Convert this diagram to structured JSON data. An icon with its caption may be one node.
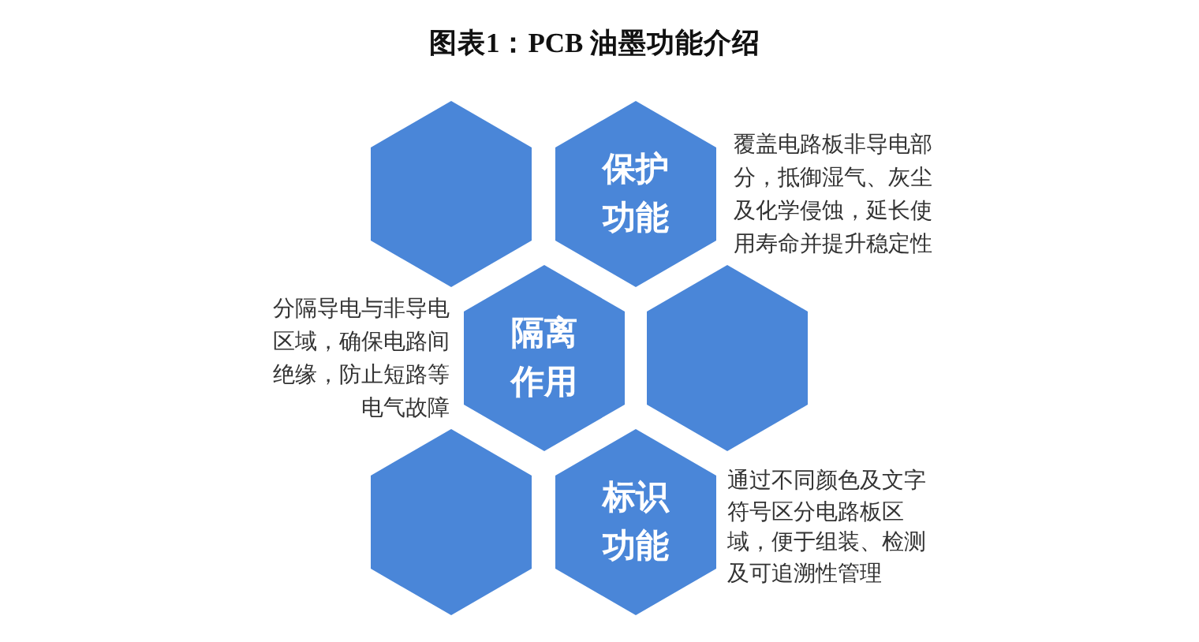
{
  "diagram": {
    "title": "图表1：PCB 油墨功能介绍",
    "nodes": [
      {
        "text": [],
        "shape": "hexagon"
      },
      {
        "text": [
          "保护功能"
        ],
        "beside": [
          "覆盖电路板非导电部分，抵御湿气、灰尘及化学侵蚀，延长使用寿命并提升稳定性"
        ]
      },
      {
        "text": [
          "隔离作用"
        ],
        "beside": [
          "分隔导电与非导电区域，确保电路间绝缘，防止短路等电气故障"
        ]
      },
      {
        "text": [],
        "shape": "hexagon"
      },
      {
        "text": [],
        "shape": "hexagon"
      },
      {
        "text": [
          "标识功能"
        ],
        "beside": [
          "通过不同颜色及文字符号区分电路板区域，便于组装、检测及可追溯性管理"
        ]
      }
    ]
  }
}
